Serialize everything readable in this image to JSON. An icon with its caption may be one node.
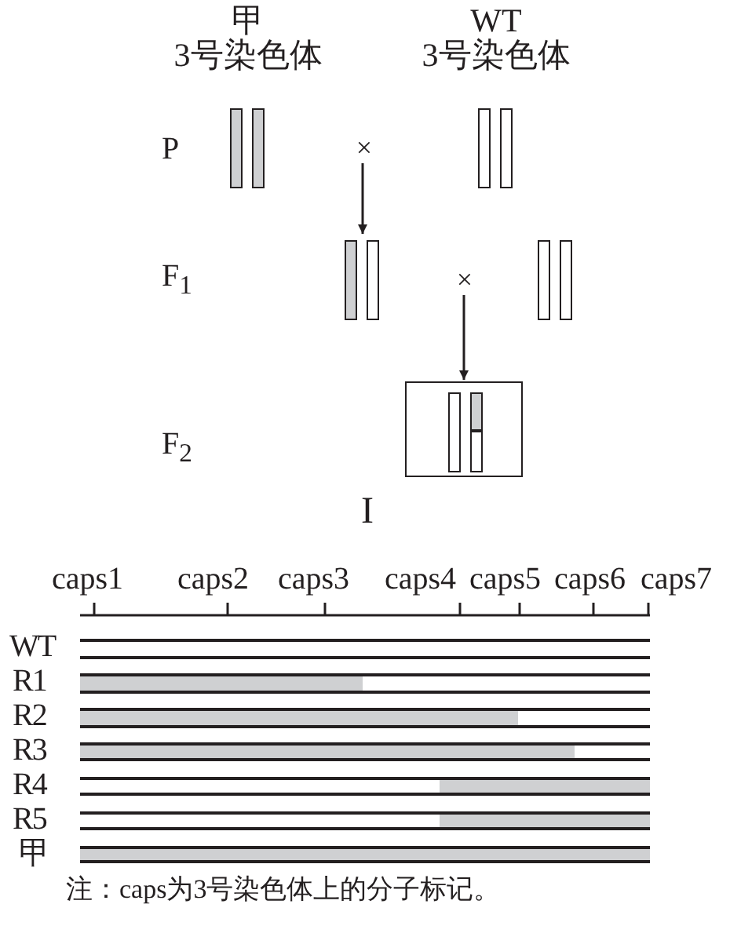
{
  "diagram": {
    "nodes": [
      {
        "text": [
          "甲",
          "3号染色体"
        ]
      },
      {
        "text": [
          "WT",
          "3号染色体"
        ]
      },
      {
        "text": [
          "×"
        ]
      },
      {
        "text": [],
        "shape": "picture"
      },
      {
        "text": [],
        "shape": "picture"
      },
      {
        "text": [
          "×"
        ]
      },
      {
        "text": [],
        "shape": "box"
      },
      {
        "text": [],
        "shape": "picture",
        "in": 6
      }
    ],
    "edges": [
      {
        "from": 2,
        "to": 3,
        "arrow": "to"
      },
      {
        "from": 5,
        "to": 6,
        "arrow": "to"
      }
    ],
    "labels": [
      "P",
      "F$_{1}$",
      "F$_{2}$",
      "I",
      "caps1",
      "caps2",
      "caps3",
      "caps4",
      "caps5",
      "caps6",
      "caps7",
      "WT",
      "R1",
      "R2",
      "R3",
      "R4",
      "R5",
      "甲",
      "注：caps为3号染色体上的分子标记。"
    ]
  }
}
